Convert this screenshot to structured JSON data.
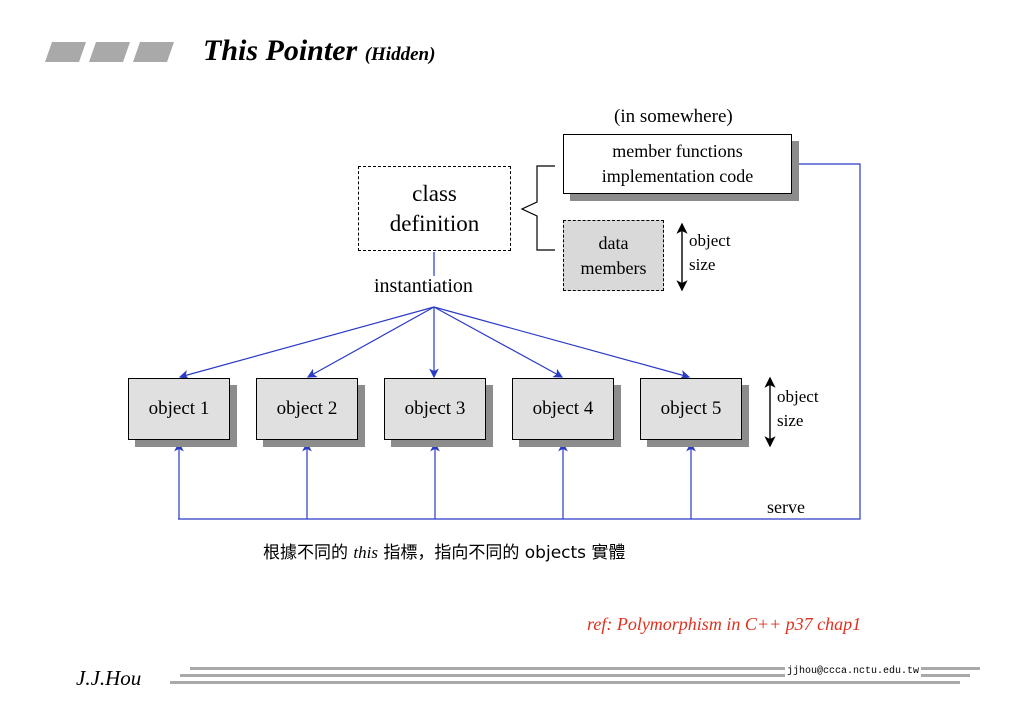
{
  "slide": {
    "title": "This Pointer",
    "subtitle": "(Hidden)",
    "author": "J.J.Hou",
    "email": "jjhou@ccca.nctu.edu.tw",
    "reference": "ref: Polymorphism in C++  p37  chap1"
  },
  "diagram": {
    "location_label": "(in somewhere)",
    "member_functions": [
      "member functions",
      "implementation code"
    ],
    "class_definition": [
      "class",
      "definition"
    ],
    "data_members": [
      "data",
      "members"
    ],
    "instantiation_label": "instantiation",
    "object_size_label": [
      "object",
      "size"
    ],
    "objects": [
      "object 1",
      "object 2",
      "object 3",
      "object 4",
      "object 5"
    ],
    "serve_label": "serve",
    "caption": {
      "before": "根據不同的 ",
      "italic": "this",
      "after": " 指標，指向不同的 objects 實體"
    }
  },
  "colors": {
    "arrow": "#2a3bc4",
    "reference": "#e0301e",
    "object_fill": "#e0e0e0",
    "shadow": "#8c8c8c",
    "decor_bar": "#a9a9a9"
  }
}
